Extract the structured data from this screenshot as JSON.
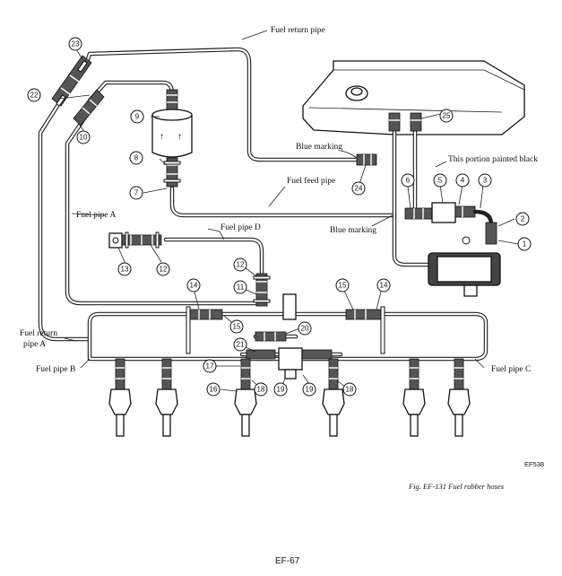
{
  "labels": {
    "fuel_return_pipe": "Fuel return pipe",
    "blue_marking_top": "Blue marking",
    "painted_black": "This portion painted black",
    "fuel_feed_pipe": "Fuel feed pipe",
    "fuel_pipe_a": "Fuel pipe A",
    "fuel_pipe_d": "Fuel pipe D",
    "blue_marking_bottom": "Blue marking",
    "fuel_return_pipe_a_1": "Fuel return",
    "fuel_return_pipe_a_2": "pipe A",
    "fuel_pipe_b": "Fuel pipe B",
    "fuel_pipe_c": "Fuel pipe C"
  },
  "callouts": {
    "c1": "1",
    "c2": "2",
    "c3": "3",
    "c4": "4",
    "c5": "5",
    "c6": "6",
    "c7": "7",
    "c8": "8",
    "c9": "9",
    "c10": "10",
    "c11": "11",
    "c12a": "12",
    "c12b": "12",
    "c13": "13",
    "c14a": "14",
    "c14b": "14",
    "c15a": "15",
    "c15b": "15",
    "c16": "16",
    "c17": "17",
    "c18a": "18",
    "c18b": "18",
    "c19a": "19",
    "c19b": "19",
    "c20": "20",
    "c21": "21",
    "c22": "22",
    "c23": "23",
    "c24": "24",
    "c25": "25"
  },
  "figure_code": "EF538",
  "caption": "Fig. EF-131  Fuel rubber hoses",
  "page_number": "EF-67"
}
